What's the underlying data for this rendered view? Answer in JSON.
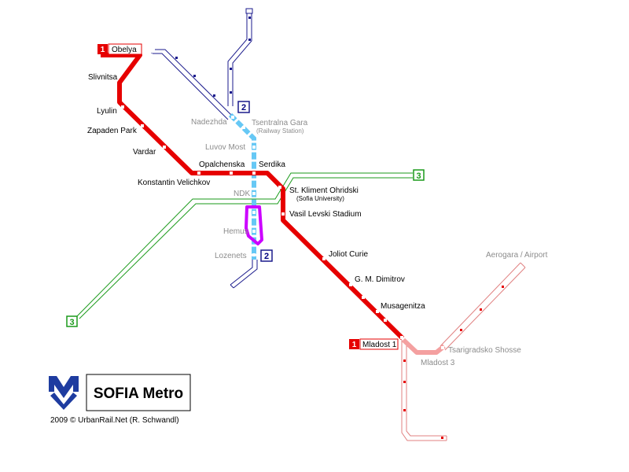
{
  "brand": {
    "title": "SOFIA Metro",
    "copyright": "2009 © UrbanRail.Net (R. Schwandl)",
    "logo_color": "#1e3ca0"
  },
  "colors": {
    "line1": "#e60000",
    "line1_planned": "#f08080",
    "line2": "#66c8f5",
    "line2_planned": "#1a1a8c",
    "line3": "#1a9a1a",
    "highlight": "#cc00ff"
  },
  "badges": {
    "line1_obelya": {
      "num": "1",
      "name": "Obelya"
    },
    "line1_mladost": {
      "num": "1",
      "name": "Mladost 1"
    },
    "line2_north": {
      "num": "2"
    },
    "line2_south": {
      "num": "2"
    },
    "line3_east": {
      "num": "3"
    },
    "line3_west": {
      "num": "3"
    }
  },
  "stations": {
    "slivnitsa": "Slivnitsa",
    "lyulin": "Lyulin",
    "zapaden_park": "Zapaden Park",
    "vardar": "Vardar",
    "konstantin_velichkov": "Konstantin Velichkov",
    "opalchenska": "Opalchenska",
    "serdika": "Serdika",
    "st_kliment": "St. Kliment Ohridski",
    "st_kliment_sub": "(Sofia University)",
    "vasil_levski": "Vasil Levski Stadium",
    "joliot_curie": "Joliot Curie",
    "gm_dimitrov": "G. M. Dimitrov",
    "musagenitza": "Musagenitza",
    "nadezhda": "Nadezhda",
    "tsentralna_gara": "Tsentralna Gara",
    "tsentralna_gara_sub": "(Railway Station)",
    "luvov_most": "Luvov Most",
    "ndk": "NDK",
    "hemus": "Hemus",
    "lozenets": "Lozenets",
    "aerogara": "Aerogara / Airport",
    "tsarigradsko": "Tsarigradsko Shosse",
    "mladost3": "Mladost 3"
  }
}
